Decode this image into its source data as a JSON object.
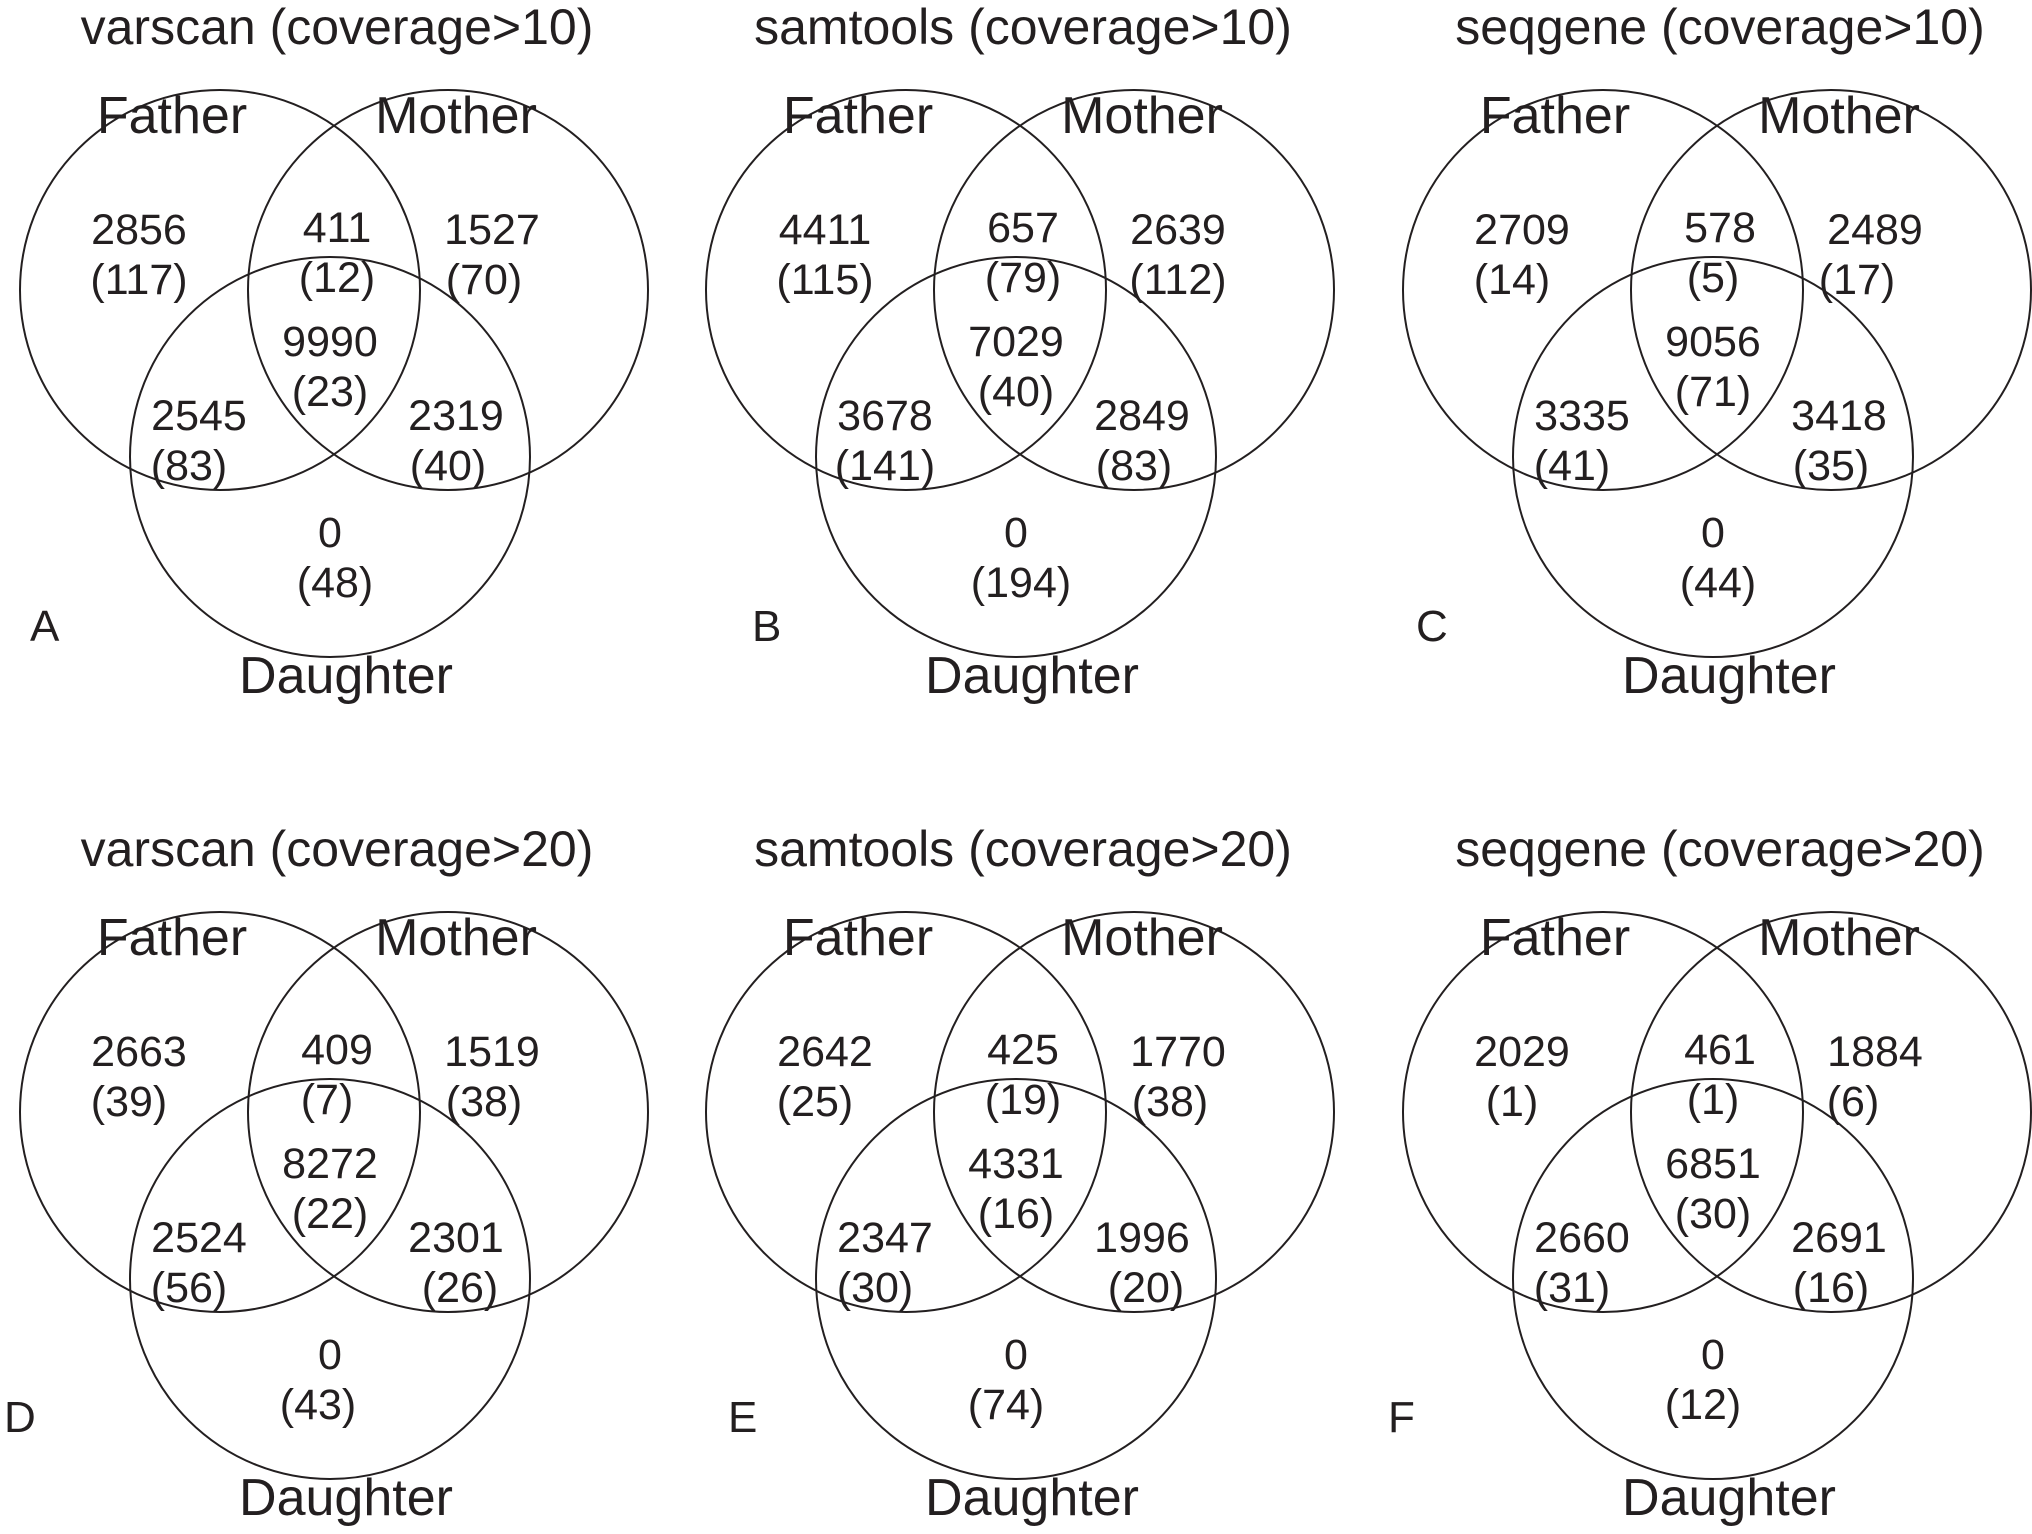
{
  "panels": [
    {
      "letter": "A",
      "title": "varscan (coverage>10)",
      "sets": [
        "Father",
        "Mother",
        "Daughter"
      ],
      "regions": {
        "father_only": [
          "2856",
          "(117)"
        ],
        "father_mother": [
          "411",
          "(12)"
        ],
        "mother_only": [
          "1527",
          "(70)"
        ],
        "all_three": [
          "9990",
          "(23)"
        ],
        "father_daughter": [
          "2545",
          "(83)"
        ],
        "mother_daughter": [
          "2319",
          "(40)"
        ],
        "daughter_only": [
          "0",
          "(48)"
        ]
      }
    },
    {
      "letter": "B",
      "title": "samtools (coverage>10)",
      "sets": [
        "Father",
        "Mother",
        "Daughter"
      ],
      "regions": {
        "father_only": [
          "4411",
          "(115)"
        ],
        "father_mother": [
          "657",
          "(79)"
        ],
        "mother_only": [
          "2639",
          "(112)"
        ],
        "all_three": [
          "7029",
          "(40)"
        ],
        "father_daughter": [
          "3678",
          "(141)"
        ],
        "mother_daughter": [
          "2849",
          "(83)"
        ],
        "daughter_only": [
          "0",
          "(194)"
        ]
      }
    },
    {
      "letter": "C",
      "title": "seqgene (coverage>10)",
      "sets": [
        "Father",
        "Mother",
        "Daughter"
      ],
      "regions": {
        "father_only": [
          "2709",
          "(14)"
        ],
        "father_mother": [
          "578",
          "(5)"
        ],
        "mother_only": [
          "2489",
          "(17)"
        ],
        "all_three": [
          "9056",
          "(71)"
        ],
        "father_daughter": [
          "3335",
          "(41)"
        ],
        "mother_daughter": [
          "3418",
          "(35)"
        ],
        "daughter_only": [
          "0",
          "(44)"
        ]
      }
    },
    {
      "letter": "D",
      "title": "varscan (coverage>20)",
      "sets": [
        "Father",
        "Mother",
        "Daughter"
      ],
      "regions": {
        "father_only": [
          "2663",
          "(39)"
        ],
        "father_mother": [
          "409",
          "(7)"
        ],
        "mother_only": [
          "1519",
          "(38)"
        ],
        "all_three": [
          "8272",
          "(22)"
        ],
        "father_daughter": [
          "2524",
          "(56)"
        ],
        "mother_daughter": [
          "2301",
          "(26)"
        ],
        "daughter_only": [
          "0",
          "(43)"
        ]
      }
    },
    {
      "letter": "E",
      "title": "samtools (coverage>20)",
      "sets": [
        "Father",
        "Mother",
        "Daughter"
      ],
      "regions": {
        "father_only": [
          "2642",
          "(25)"
        ],
        "father_mother": [
          "425",
          "(19)"
        ],
        "mother_only": [
          "1770",
          "(38)"
        ],
        "all_three": [
          "4331",
          "(16)"
        ],
        "father_daughter": [
          "2347",
          "(30)"
        ],
        "mother_daughter": [
          "1996",
          "(20)"
        ],
        "daughter_only": [
          "0",
          "(74)"
        ]
      }
    },
    {
      "letter": "F",
      "title": "seqgene (coverage>20)",
      "sets": [
        "Father",
        "Mother",
        "Daughter"
      ],
      "regions": {
        "father_only": [
          "2029",
          "(1)"
        ],
        "father_mother": [
          "461",
          "(1)"
        ],
        "mother_only": [
          "1884",
          "(6)"
        ],
        "all_three": [
          "6851",
          "(30)"
        ],
        "father_daughter": [
          "2660",
          "(31)"
        ],
        "mother_daughter": [
          "2691",
          "(16)"
        ],
        "daughter_only": [
          "0",
          "(12)"
        ]
      }
    }
  ]
}
